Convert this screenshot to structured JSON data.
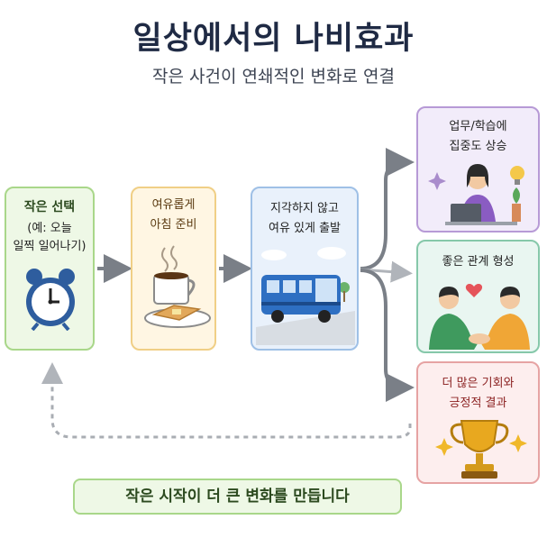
{
  "title": "일상에서의 나비효과",
  "subtitle": "작은 사건이 연쇄적인 변화로 연결",
  "steps": [
    {
      "line1": "작은 선택",
      "line2": "(예: 오늘",
      "line3": "일찍 일어나기)"
    },
    {
      "line1": "여유롭게",
      "line2": "아침 준비"
    },
    {
      "line1": "지각하지 않고",
      "line2": "여유 있게 출발"
    }
  ],
  "results": [
    {
      "line1": "업무/학습에",
      "line2": "집중도 상승"
    },
    {
      "line1": "좋은 관계 형성"
    },
    {
      "line1": "더 많은 기회와",
      "line2": "긍정적 결과"
    }
  ],
  "banner": "작은 시작이 더 큰 변화를 만듭니다",
  "colors": {
    "green": "#a9d78a",
    "yellow": "#f0cf86",
    "blue": "#9fc0e6",
    "purple": "#b79ad6",
    "teal": "#86c8aa",
    "red": "#e6a3a3",
    "arrow": "#7a7f87"
  }
}
